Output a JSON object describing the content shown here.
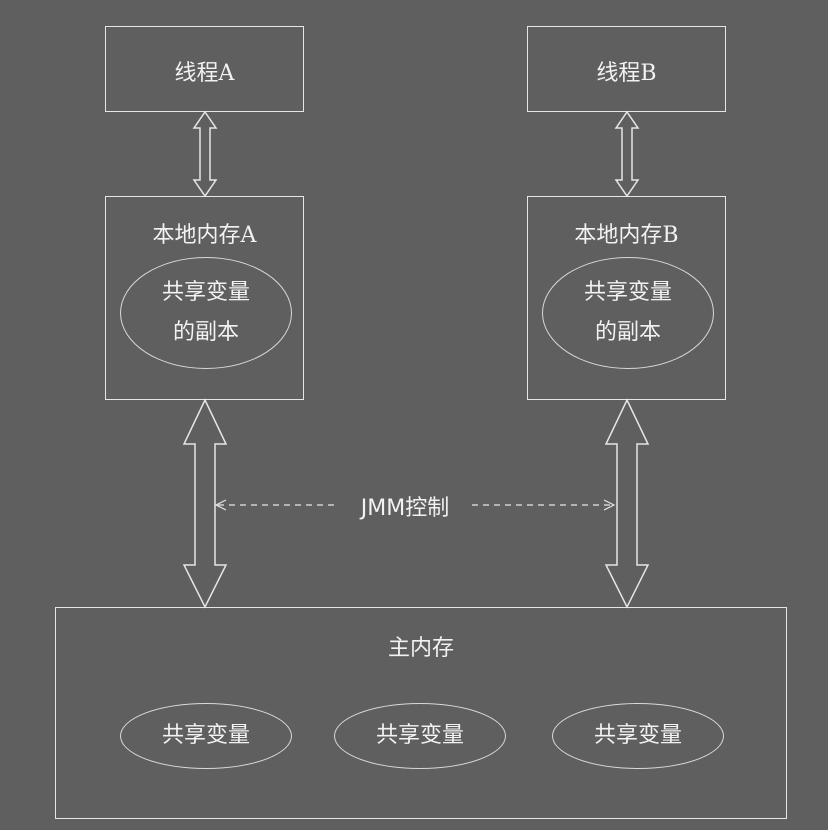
{
  "thread_a": {
    "label": "线程A"
  },
  "thread_b": {
    "label": "线程B"
  },
  "local_mem_a": {
    "label": "本地内存A",
    "copy_line1": "共享变量",
    "copy_line2": "的副本"
  },
  "local_mem_b": {
    "label": "本地内存B",
    "copy_line1": "共享变量",
    "copy_line2": "的副本"
  },
  "jmm": {
    "label": "JMM控制"
  },
  "main_memory": {
    "label": "主内存",
    "vars": [
      "共享变量",
      "共享变量",
      "共享变量"
    ]
  },
  "colors": {
    "background": "#5f5f5f",
    "stroke": "#e6e6e6",
    "text": "#f2f2f2"
  }
}
